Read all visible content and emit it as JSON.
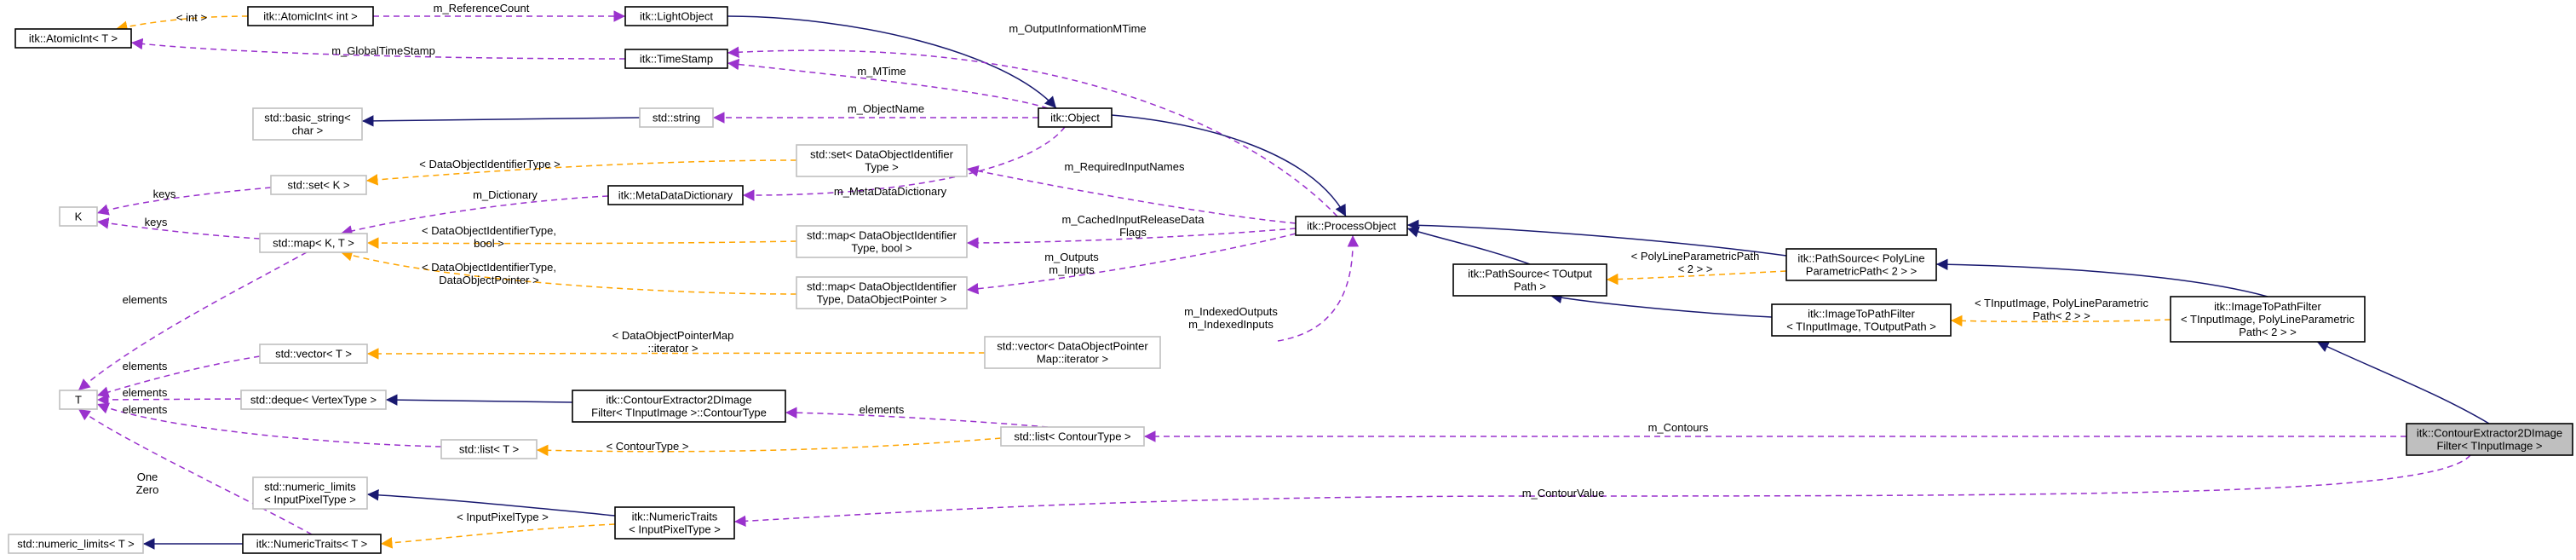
{
  "diagram": {
    "type": "collaboration-graph",
    "colors": {
      "inheritance": "#191970",
      "usage": "#9a32cd",
      "template": "#ffa500",
      "focus_fill": "#bfbfbf",
      "external_border": "#bfbfbf"
    },
    "nodes": [
      {
        "id": "atomicIntInt",
        "lines": [
          "itk::AtomicInt< int >"
        ],
        "style": "solid"
      },
      {
        "id": "atomicIntT",
        "lines": [
          "itk::AtomicInt< T >"
        ],
        "style": "solid"
      },
      {
        "id": "lightObject",
        "lines": [
          "itk::LightObject"
        ],
        "style": "solid"
      },
      {
        "id": "timeStamp",
        "lines": [
          "itk::TimeStamp"
        ],
        "style": "solid"
      },
      {
        "id": "basicString",
        "lines": [
          "std::basic_string<",
          "char >"
        ],
        "style": "gray"
      },
      {
        "id": "stdString",
        "lines": [
          "std::string"
        ],
        "style": "gray"
      },
      {
        "id": "itkObject",
        "lines": [
          "itk::Object"
        ],
        "style": "solid"
      },
      {
        "id": "setK",
        "lines": [
          "std::set< K >"
        ],
        "style": "gray"
      },
      {
        "id": "setDOIT",
        "lines": [
          "std::set< DataObjectIdentifier",
          "Type >"
        ],
        "style": "gray"
      },
      {
        "id": "K",
        "lines": [
          "K"
        ],
        "style": "gray"
      },
      {
        "id": "metaDict",
        "lines": [
          "itk::MetaDataDictionary"
        ],
        "style": "solid"
      },
      {
        "id": "processObject",
        "lines": [
          "itk::ProcessObject"
        ],
        "style": "solid"
      },
      {
        "id": "mapKT",
        "lines": [
          "std::map< K, T >"
        ],
        "style": "gray"
      },
      {
        "id": "mapDOIbool",
        "lines": [
          "std::map< DataObjectIdentifier",
          "Type, bool >"
        ],
        "style": "gray"
      },
      {
        "id": "mapDOIptr",
        "lines": [
          "std::map< DataObjectIdentifier",
          "Type, DataObjectPointer >"
        ],
        "style": "gray"
      },
      {
        "id": "pathSourceT",
        "lines": [
          "itk::PathSource< TOutput",
          "Path >"
        ],
        "style": "solid"
      },
      {
        "id": "pathSourcePoly",
        "lines": [
          "itk::PathSource< PolyLine",
          "ParametricPath< 2 > >"
        ],
        "style": "solid"
      },
      {
        "id": "imgToPathT",
        "lines": [
          "itk::ImageToPathFilter",
          "< TInputImage, TOutputPath >"
        ],
        "style": "solid"
      },
      {
        "id": "imgToPathPoly",
        "lines": [
          "itk::ImageToPathFilter",
          "< TInputImage, PolyLineParametric",
          "Path< 2 > >"
        ],
        "style": "solid"
      },
      {
        "id": "vectorT",
        "lines": [
          "std::vector< T >"
        ],
        "style": "gray"
      },
      {
        "id": "vectorDOP",
        "lines": [
          "std::vector< DataObjectPointer",
          "Map::iterator >"
        ],
        "style": "gray"
      },
      {
        "id": "T",
        "lines": [
          "T"
        ],
        "style": "gray"
      },
      {
        "id": "dequeVT",
        "lines": [
          "std::deque< VertexType >"
        ],
        "style": "gray"
      },
      {
        "id": "contourType",
        "lines": [
          "itk::ContourExtractor2DImage",
          "Filter< TInputImage >::ContourType"
        ],
        "style": "solid"
      },
      {
        "id": "listT",
        "lines": [
          "std::list< T >"
        ],
        "style": "gray"
      },
      {
        "id": "listCT",
        "lines": [
          "std::list< ContourType >"
        ],
        "style": "gray"
      },
      {
        "id": "contourExtractor",
        "lines": [
          "itk::ContourExtractor2DImage",
          "Filter< TInputImage >"
        ],
        "style": "focus"
      },
      {
        "id": "numLimitsIPT",
        "lines": [
          "std::numeric_limits",
          "< InputPixelType >"
        ],
        "style": "gray"
      },
      {
        "id": "numTraitsIPT",
        "lines": [
          "itk::NumericTraits",
          "< InputPixelType >"
        ],
        "style": "solid"
      },
      {
        "id": "numLimitsT",
        "lines": [
          "std::numeric_limits< T >"
        ],
        "style": "gray"
      },
      {
        "id": "numTraitsT",
        "lines": [
          "itk::NumericTraits< T >"
        ],
        "style": "solid"
      }
    ],
    "edges": [
      {
        "id": "e_lightObject_object",
        "kind": "inh",
        "labels": []
      },
      {
        "id": "e_ai_lightObject",
        "kind": "use",
        "labels": [
          "m_ReferenceCount"
        ]
      },
      {
        "id": "e_aiT_aiInt",
        "kind": "tpl",
        "labels": [
          "< int >"
        ]
      },
      {
        "id": "e_aiT_timeStamp",
        "kind": "use",
        "labels": [
          "m_GlobalTimeStamp"
        ]
      },
      {
        "id": "e_ts_object",
        "kind": "use",
        "labels": [
          "m_MTime"
        ]
      },
      {
        "id": "e_ts_process",
        "kind": "use",
        "labels": [
          "m_OutputInformationMTime"
        ]
      },
      {
        "id": "e_bs_string",
        "kind": "inh",
        "labels": []
      },
      {
        "id": "e_string_object",
        "kind": "use",
        "labels": [
          "m_ObjectName"
        ]
      },
      {
        "id": "e_object_process",
        "kind": "inh",
        "labels": []
      },
      {
        "id": "e_setK_setDOIT",
        "kind": "tpl",
        "labels": [
          "< DataObjectIdentifierType >"
        ]
      },
      {
        "id": "e_K_setK",
        "kind": "use",
        "labels": [
          "keys"
        ]
      },
      {
        "id": "e_K_mapKT",
        "kind": "use",
        "labels": [
          "keys"
        ]
      },
      {
        "id": "e_mapKT_metaDict",
        "kind": "use",
        "labels": [
          "m_Dictionary"
        ]
      },
      {
        "id": "e_metaDict_object",
        "kind": "use",
        "labels": [
          "m_MetaDataDictionary"
        ]
      },
      {
        "id": "e_setDOIT_process",
        "kind": "use",
        "labels": [
          "m_RequiredInputNames"
        ]
      },
      {
        "id": "e_mapKT_mapDOIbool",
        "kind": "tpl",
        "labels": [
          "< DataObjectIdentifierType,",
          "bool >"
        ]
      },
      {
        "id": "e_mapKT_mapDOIptr",
        "kind": "tpl",
        "labels": [
          "< DataObjectIdentifierType,",
          "DataObjectPointer >"
        ]
      },
      {
        "id": "e_mapDOIbool_process",
        "kind": "use",
        "labels": [
          "m_CachedInputReleaseData",
          "Flags"
        ]
      },
      {
        "id": "e_mapDOIptr_process",
        "kind": "use",
        "labels": [
          "m_Outputs",
          "m_Inputs"
        ]
      },
      {
        "id": "e_vectorDOP_process",
        "kind": "use",
        "labels": [
          "m_IndexedOutputs",
          "m_IndexedInputs"
        ]
      },
      {
        "id": "e_process_pathSourceT",
        "kind": "inh",
        "labels": []
      },
      {
        "id": "e_process_pathSourcePoly",
        "kind": "inh",
        "labels": []
      },
      {
        "id": "e_pathSourceT_pathSourcePoly",
        "kind": "tpl",
        "labels": [
          "< PolyLineParametricPath",
          "< 2 > >"
        ]
      },
      {
        "id": "e_pathSourceT_imgToPathT",
        "kind": "inh",
        "labels": []
      },
      {
        "id": "e_pathSourcePoly_imgToPathPoly",
        "kind": "inh",
        "labels": []
      },
      {
        "id": "e_imgToPathT_imgToPathPoly",
        "kind": "tpl",
        "labels": [
          "< TInputImage, PolyLineParametric",
          "Path< 2 > >"
        ]
      },
      {
        "id": "e_imgToPathPoly_contour",
        "kind": "inh",
        "labels": []
      },
      {
        "id": "e_T_mapKT",
        "kind": "use",
        "labels": [
          "elements"
        ]
      },
      {
        "id": "e_vectorT_vectorDOP",
        "kind": "tpl",
        "labels": [
          "< DataObjectPointerMap",
          "::iterator >"
        ]
      },
      {
        "id": "e_T_vectorT",
        "kind": "use",
        "labels": [
          "elements"
        ]
      },
      {
        "id": "e_T_dequeVT",
        "kind": "use",
        "labels": [
          "elements"
        ]
      },
      {
        "id": "e_T_listT",
        "kind": "use",
        "labels": [
          "elements"
        ]
      },
      {
        "id": "e_dequeVT_contourType",
        "kind": "inh",
        "labels": []
      },
      {
        "id": "e_contourType_listCT",
        "kind": "use",
        "labels": [
          "elements"
        ]
      },
      {
        "id": "e_listT_listCT",
        "kind": "tpl",
        "labels": [
          "< ContourType >"
        ]
      },
      {
        "id": "e_listCT_contour",
        "kind": "use",
        "labels": [
          "m_Contours"
        ]
      },
      {
        "id": "e_T_numTraitsT",
        "kind": "use",
        "labels": [
          "One",
          "Zero"
        ]
      },
      {
        "id": "e_numLimitsT_numTraitsT",
        "kind": "inh",
        "labels": []
      },
      {
        "id": "e_numLimitsIPT_numTraitsIPT",
        "kind": "inh",
        "labels": []
      },
      {
        "id": "e_numTraitsT_numTraitsIPT",
        "kind": "tpl",
        "labels": [
          "< InputPixelType >"
        ]
      },
      {
        "id": "e_numTraitsIPT_contour",
        "kind": "use",
        "labels": [
          "m_ContourValue"
        ]
      }
    ]
  }
}
